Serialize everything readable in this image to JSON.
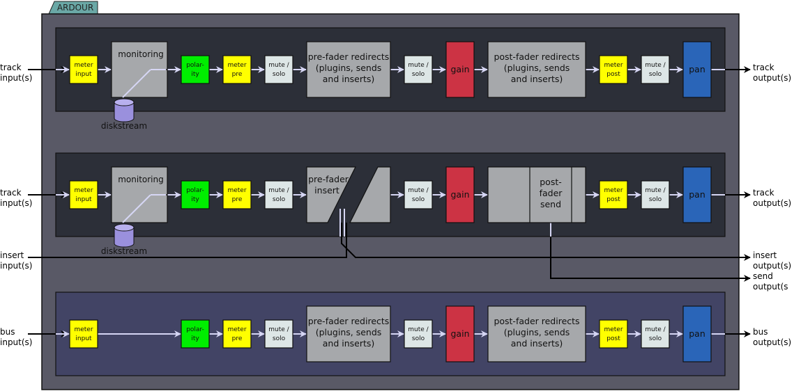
{
  "tab": "ARDOUR",
  "colors": {
    "outer": "#595966",
    "track_strip": "#2c2f38",
    "bus_strip": "#424465",
    "meter": "#ffff00",
    "polarity": "#00ee00",
    "mute": "#dde6e6",
    "grey": "#a6a8ab",
    "gain": "#cc3344",
    "pan": "#2a65b8",
    "disk": "#9a90dd",
    "tab_bg": "#6aa8a6"
  },
  "labels": {
    "meter_input": [
      "meter",
      "input"
    ],
    "polarity": [
      "polar-",
      "ity"
    ],
    "meter_pre": [
      "meter",
      "pre"
    ],
    "mute_solo": [
      "mute /",
      "solo"
    ],
    "meter_post": [
      "meter",
      "post"
    ],
    "gain": "gain",
    "pan": "pan",
    "monitoring": "monitoring",
    "diskstream": "diskstream",
    "pre_fader_redirects": [
      "pre-fader redirects",
      "(plugins, sends",
      "and inserts)"
    ],
    "post_fader_redirects": [
      "post-fader redirects",
      "(plugins, sends",
      "and inserts)"
    ],
    "pre_fader_insert": [
      "pre-fader",
      "insert"
    ],
    "post_fader_send": [
      "post-",
      "fader",
      "send"
    ]
  },
  "io": {
    "track_input": [
      "track",
      "input(s)"
    ],
    "track_output": [
      "track",
      "output(s)"
    ],
    "insert_input": [
      "insert",
      "input(s)"
    ],
    "insert_output": [
      "insert",
      "output(s)"
    ],
    "send_output": [
      "send",
      "output(s"
    ],
    "bus_input": [
      "bus",
      "input(s)"
    ],
    "bus_output": [
      "bus",
      "output(s)"
    ]
  }
}
